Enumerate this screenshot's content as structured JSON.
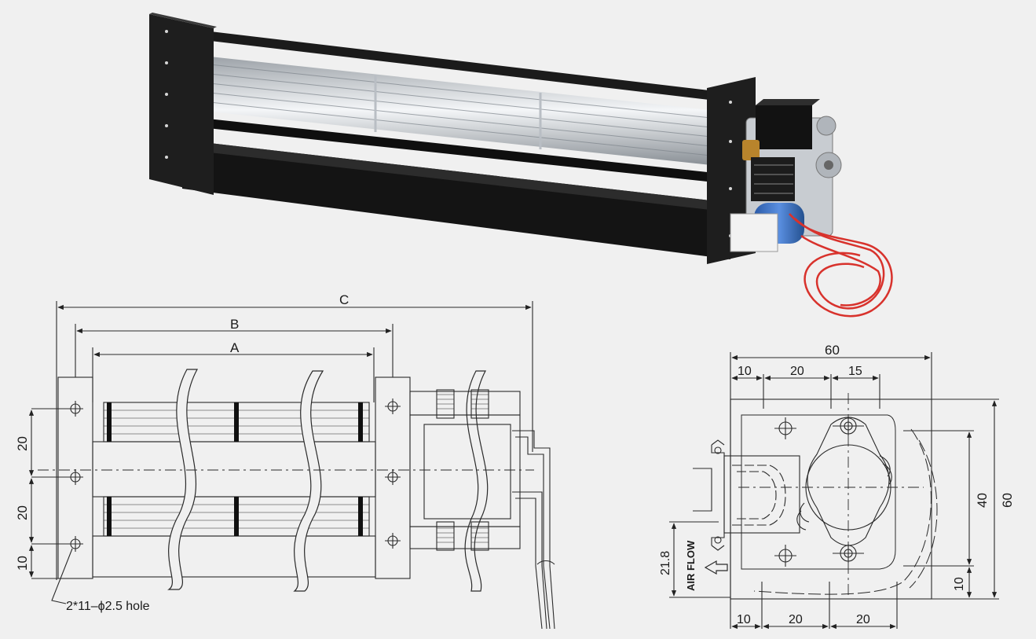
{
  "colors": {
    "background": "#f0f0f0",
    "line": "#2a2a2a",
    "fan_housing": "#161616",
    "rotor_blades": "#d8dbdf",
    "motor_coil": "#3a6fc4",
    "wire": "#d8322c"
  },
  "side_view": {
    "dim_c": "C",
    "dim_b": "B",
    "dim_a": "A",
    "dim_20_top": "20",
    "dim_20_mid": "20",
    "dim_10_bottom": "10",
    "hole_note": "2*11–ϕ2.5 hole"
  },
  "end_view": {
    "dim_width": "60",
    "dim_top_10": "10",
    "dim_top_20": "20",
    "dim_top_15": "15",
    "dim_height": "60",
    "dim_right_40": "40",
    "dim_right_10": "10",
    "dim_bottom_10": "10",
    "dim_bottom_20a": "20",
    "dim_bottom_20b": "20",
    "dim_left_21_8": "21.8",
    "airflow_label": "AIR FLOW"
  }
}
